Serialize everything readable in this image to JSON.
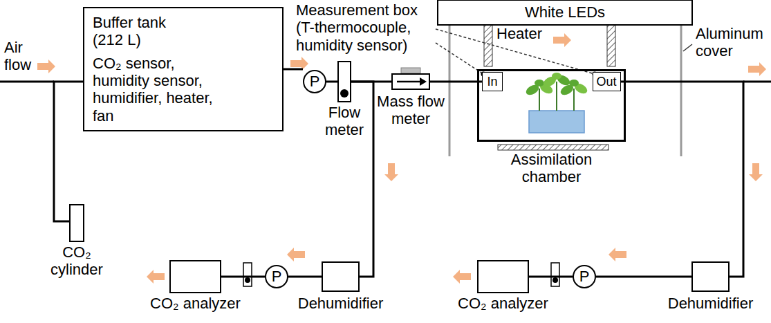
{
  "diagram": {
    "nodes": [
      {
        "text": [
          "Buffer tank (212 L)",
          "CO₂ sensor, humidity sensor, humidifier, heater, fan"
        ]
      },
      {
        "text": [
          "P"
        ]
      },
      {
        "text": [
          "Flow meter"
        ]
      },
      {
        "text": [
          "Mass flow meter"
        ]
      },
      {
        "text": [
          "White LEDs"
        ]
      },
      {
        "text": [
          "Assimilation chamber"
        ]
      },
      {
        "text": [
          "In"
        ],
        "in": 5
      },
      {
        "text": [
          "Out"
        ],
        "in": 5
      },
      {
        "text": [
          "CO₂ cylinder"
        ]
      },
      {
        "text": [
          "CO₂ analyzer"
        ]
      },
      {
        "text": [
          "P"
        ]
      },
      {
        "text": [
          "Dehumidifier"
        ]
      },
      {
        "text": [
          "CO₂ analyzer"
        ]
      },
      {
        "text": [
          "P"
        ]
      },
      {
        "text": [
          "Dehumidifier"
        ]
      }
    ],
    "edges": [
      {
        "from": 8,
        "to": 0,
        "arrow": "none"
      },
      {
        "from": 0,
        "to": 1,
        "arrow": "none"
      },
      {
        "from": 1,
        "to": 2,
        "arrow": "none"
      },
      {
        "from": 2,
        "to": 3,
        "arrow": "none"
      },
      {
        "from": 3,
        "to": 6,
        "arrow": "none"
      },
      {
        "from": 2,
        "to": 11,
        "arrow": "none"
      },
      {
        "from": 11,
        "to": 10,
        "arrow": "none"
      },
      {
        "from": 10,
        "to": 9,
        "arrow": "none"
      },
      {
        "from": 7,
        "to": 14,
        "arrow": "none"
      },
      {
        "from": 14,
        "to": 13,
        "arrow": "none"
      },
      {
        "from": 13,
        "to": 12,
        "arrow": "none"
      }
    ],
    "labels": [
      "Air flow",
      "Measurement box (T-thermocouple, humidity sensor)",
      "Heater",
      "Aluminum cover"
    ]
  }
}
